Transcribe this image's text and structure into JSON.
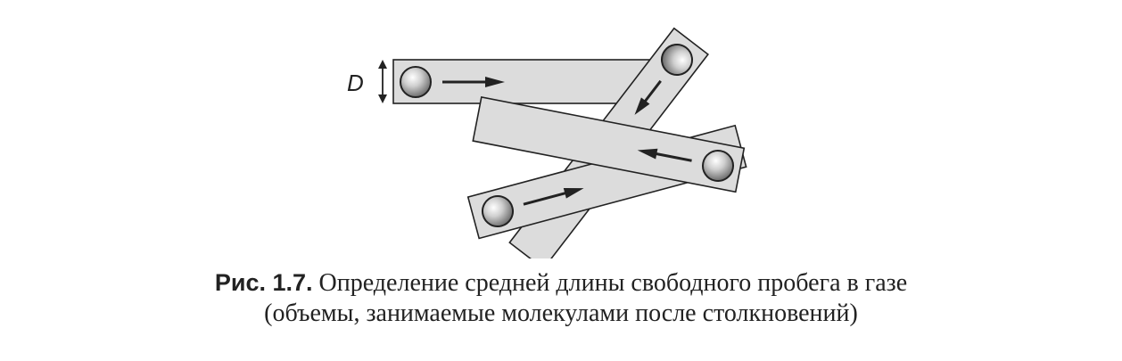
{
  "diagram": {
    "dimension_label": "D"
  },
  "caption": {
    "label": "Рис. 1.7.",
    "line1_text": "Определение средней длины свободного пробега в газе",
    "line2_text": "(объемы, занимаемые молекулами после столкновений)"
  },
  "colors": {
    "tube_fill": "#dcdcdc",
    "tube_stroke": "#222222",
    "arrow": "#222222"
  }
}
